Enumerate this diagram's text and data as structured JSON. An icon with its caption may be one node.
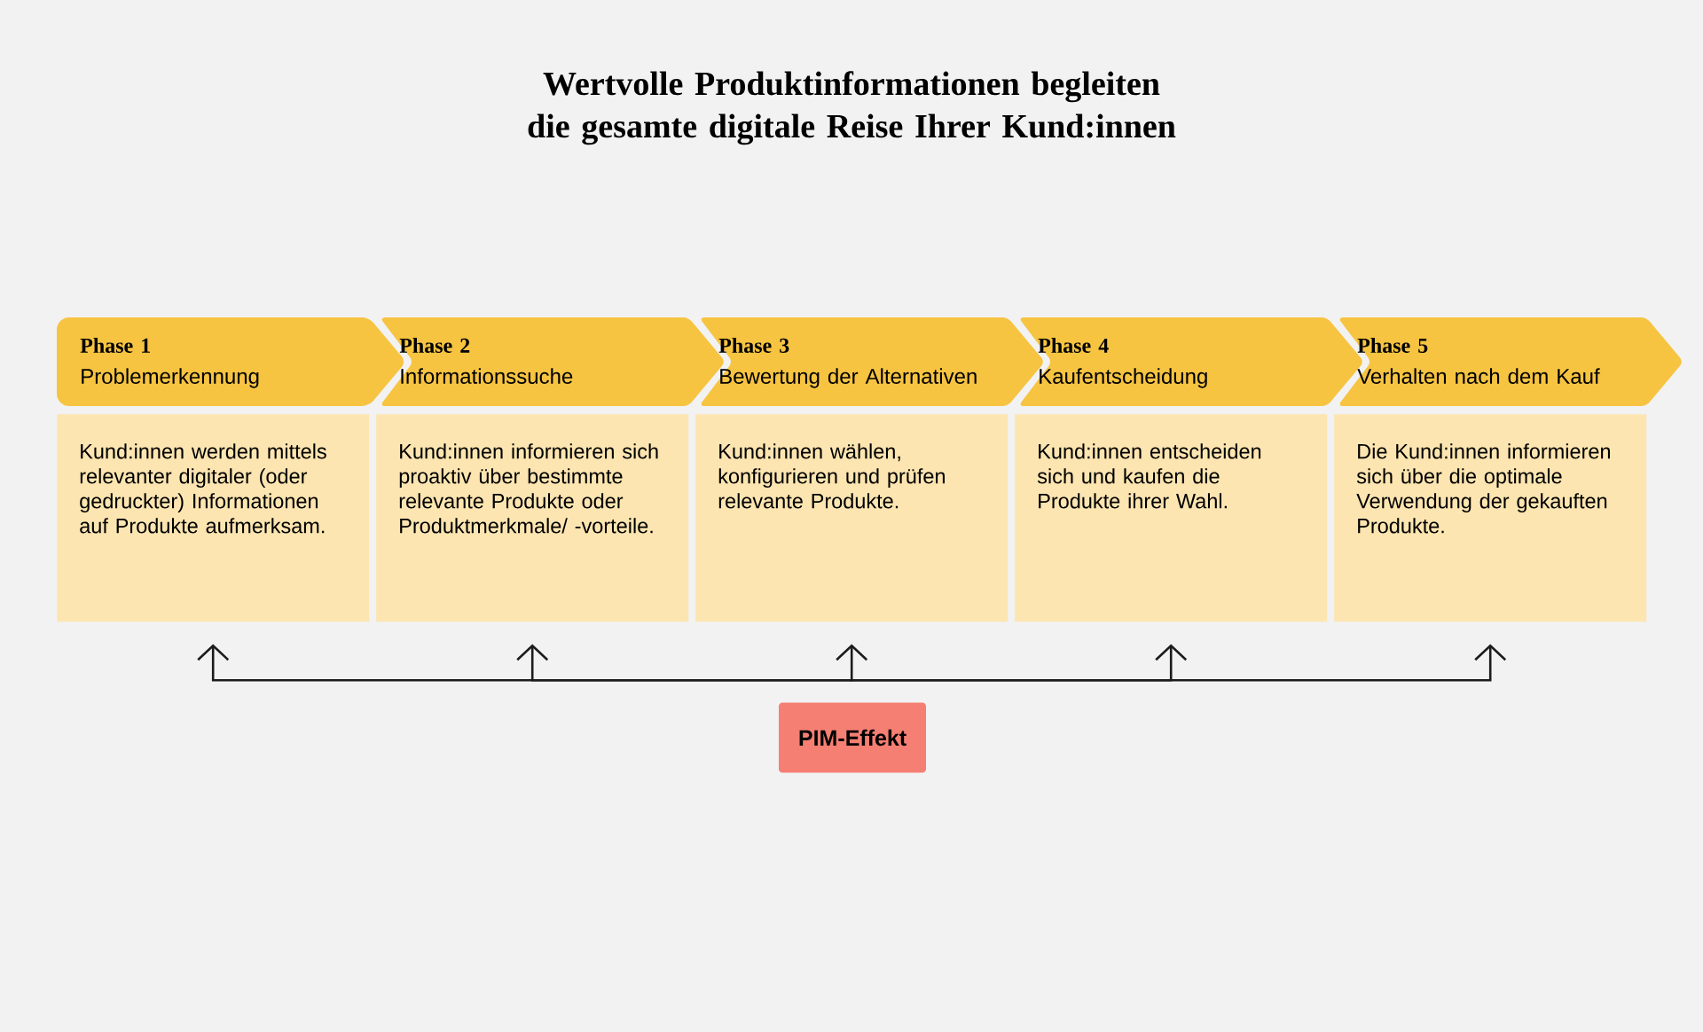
{
  "diagram": {
    "title": "Wertvolle Produktinformationen begleiten die gesamte digitale Reise Ihrer Kund:innen",
    "nodes": [
      {
        "text": [
          "Phase 1",
          "Problemerkennung"
        ]
      },
      {
        "text": [
          "Phase 2",
          "Informationssuche"
        ]
      },
      {
        "text": [
          "Phase 3",
          "Bewertung der Alternativen"
        ]
      },
      {
        "text": [
          "Phase 4",
          "Kaufentscheidung"
        ]
      },
      {
        "text": [
          "Phase 5",
          "Verhalten nach dem Kauf"
        ]
      },
      {
        "text": [
          "Kund:innen werden mittels relevanter digitaler (oder gedruckter) Informationen auf Produkte aufmerksam."
        ]
      },
      {
        "text": [
          "Kund:innen informieren sich proaktiv über bestimmte relevante Produkte oder Produktmerkmale/ -vorteile."
        ]
      },
      {
        "text": [
          "Kund:innen wählen, konfigurieren und prüfen relevante Produkte."
        ]
      },
      {
        "text": [
          "Kund:innen entscheiden sich und kaufen die Produkte ihrer Wahl."
        ]
      },
      {
        "text": [
          "Die Kund:innen informieren sich über die optimale Verwendung der gekauften Produkte."
        ]
      },
      {
        "text": [
          "PIM-Effekt"
        ]
      }
    ],
    "edges": [
      {
        "from": 10,
        "to": 5,
        "arrow": "to"
      },
      {
        "from": 10,
        "to": 6,
        "arrow": "to"
      },
      {
        "from": 10,
        "to": 7,
        "arrow": "to"
      },
      {
        "from": 10,
        "to": 8,
        "arrow": "to"
      },
      {
        "from": 10,
        "to": 9,
        "arrow": "to"
      }
    ]
  }
}
